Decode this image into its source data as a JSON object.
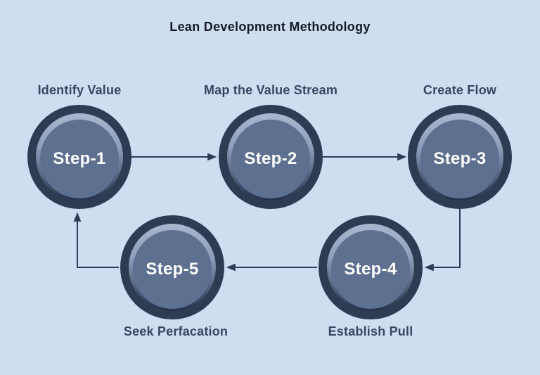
{
  "title": "Lean Development Methodology",
  "nodes": [
    {
      "step": "Step-1",
      "caption": "Identify Value",
      "caption_position": "top"
    },
    {
      "step": "Step-2",
      "caption": "Map the Value Stream",
      "caption_position": "top"
    },
    {
      "step": "Step-3",
      "caption": "Create Flow",
      "caption_position": "top"
    },
    {
      "step": "Step-4",
      "caption": "Establish Pull",
      "caption_position": "bottom"
    },
    {
      "step": "Step-5",
      "caption": "Seek Perfacation",
      "caption_position": "bottom"
    }
  ],
  "flow_order": [
    "Step-1",
    "Step-2",
    "Step-3",
    "Step-4",
    "Step-5",
    "Step-1"
  ],
  "colors": {
    "background": "#cfddf1",
    "node_ring": "#2d3c53",
    "node_face": "#5e7090",
    "node_highlight": "#a9b6cf",
    "node_shadow": "#22304a",
    "arrow": "#2e3c55",
    "title_text": "#161b25",
    "caption_text": "#3a465f",
    "step_text": "#ffffff"
  }
}
